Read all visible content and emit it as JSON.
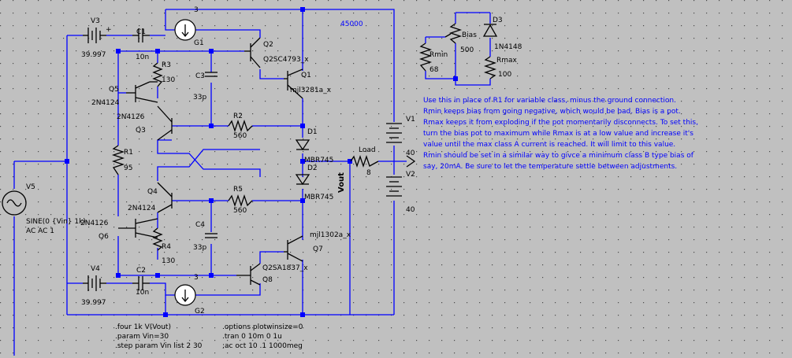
{
  "labels": {
    "v3": "V3",
    "v3_value": "39.997",
    "v3_plus": "+",
    "c1": "C1",
    "c1_value": "10n",
    "g1": "G1",
    "g1_num": "3",
    "r3": "R3",
    "r3_value": "130",
    "q5": "Q5",
    "q5_model": "2N4124",
    "q3_model": "2N4126",
    "q3": "Q3",
    "c3": "C3",
    "c3_value": "33p",
    "q2": "Q2",
    "q2_model": "Q2SC4793_x",
    "q1": "Q1",
    "q1_model": "mjl3281a_x",
    "r2": "R2",
    "r2_value": "560",
    "d1": "D1",
    "d1_model": "MBR745",
    "r1": "R1",
    "r1_value": "95",
    "d2": "D2",
    "d2_model": "MBR745",
    "load": "Load",
    "load_value": "8",
    "vout": "Vout",
    "v1": "V1",
    "v1_value": "40",
    "v2": "V2",
    "v2_value": "40",
    "v5": "V5",
    "v5_value1": "SINE(0 {Vin} 1k)",
    "v5_value2": "AC AC 1",
    "q4": "Q4",
    "q4_model": "2N4124",
    "r5": "R5",
    "r5_value": "560",
    "q6_model": "2N4126",
    "q6": "Q6",
    "c4": "C4",
    "c4_value": "33p",
    "q7_model": "mjl1302a_x",
    "q7": "Q7",
    "r4": "R4",
    "r4_value": "130",
    "q8_model": "Q2SA1837_x",
    "q8": "Q8",
    "v4": "V4",
    "v4_value": "39.997",
    "c2": "C2",
    "c2_value": "10n",
    "g2_num": "3",
    "g2": "G2",
    "freq_label": "45000",
    "d3": "D3",
    "d3_model": "1N4148",
    "bias": "Bias",
    "bias_value": "500",
    "rmin": "Rmin",
    "rmin_value": "68",
    "rmax": "Rmax",
    "rmax_value": "100"
  },
  "notes": [
    "Use this in place of R1 for variable class, minus the ground connection.",
    "Rmin keeps bias from going negative, which would be bad. Bias is a pot.",
    "Rmax keeps it from exploding if the pot momentarily disconnects. To set this,",
    "turn the bias pot to maximum while Rmax is at a low value and increase it's",
    "value until the max class A current is reached. It will limit to this value.",
    "Rmin should be set in a similar way to givce a minimum class B type bias of",
    "say, 20mA. Be sure to let the temperature settle between adjustments."
  ],
  "directives_left": [
    ".four 1k V(Vout)",
    ".param Vin=30",
    ".step param Vin list 2 30"
  ],
  "directives_right": [
    ".options plotwinsize=0",
    ".tran 0 10m 0 1u",
    ";ac oct 10 .1 1000meg"
  ],
  "colors": {
    "background": "#c0c0c0",
    "wire": "#0000ff",
    "component": "#000000",
    "note": "#0000ff"
  }
}
